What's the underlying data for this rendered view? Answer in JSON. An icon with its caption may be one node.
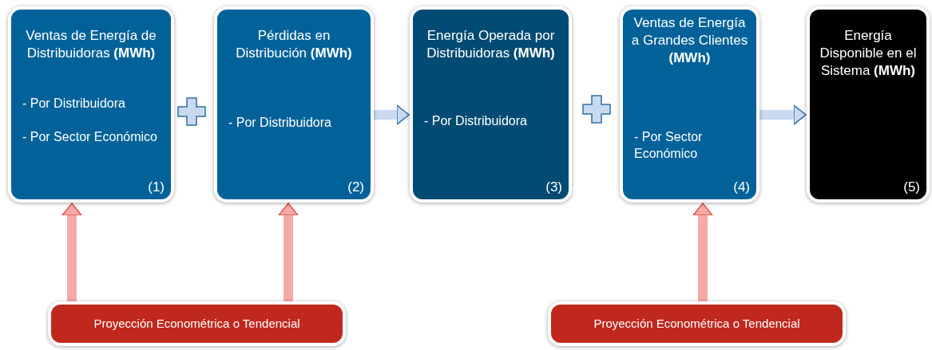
{
  "diagram": {
    "nodes": [
      {
        "text": [
          "Ventas de Energía de Distribuidoras **(MWh)**",
          "- Por Distribuidora",
          "- Por Sector Económico",
          "(1)"
        ]
      },
      {
        "text": [
          "Pérdidas en Distribución **(MWh)**",
          "- Por Distribuidora",
          "(2)"
        ]
      },
      {
        "text": [
          "Energía Operada por Distribuidoras **(MWh)**",
          "- Por Distribuidora",
          "(3)"
        ]
      },
      {
        "text": [
          "Ventas de Energía a Grandes Clientes **(MWh)**",
          "- Por Sector Económico",
          "(4)"
        ]
      },
      {
        "text": [
          "Energía Disponible en el Sistema **(MWh)**",
          "(5)"
        ]
      },
      {
        "text": [
          "Proyección Econométrica o Tendencial"
        ]
      },
      {
        "text": [
          "Proyección Econométrica o Tendencial"
        ]
      }
    ],
    "edges": [
      {
        "from": 1,
        "to": 2,
        "arrow": "to",
        "color": "#c9daf0"
      },
      {
        "from": 3,
        "to": 4,
        "arrow": "to",
        "color": "#c9daf0"
      },
      {
        "from": 5,
        "to": 0,
        "arrow": "to"
      },
      {
        "from": 5,
        "to": 1,
        "arrow": "to"
      },
      {
        "from": 6,
        "to": 3,
        "arrow": "to"
      }
    ]
  }
}
